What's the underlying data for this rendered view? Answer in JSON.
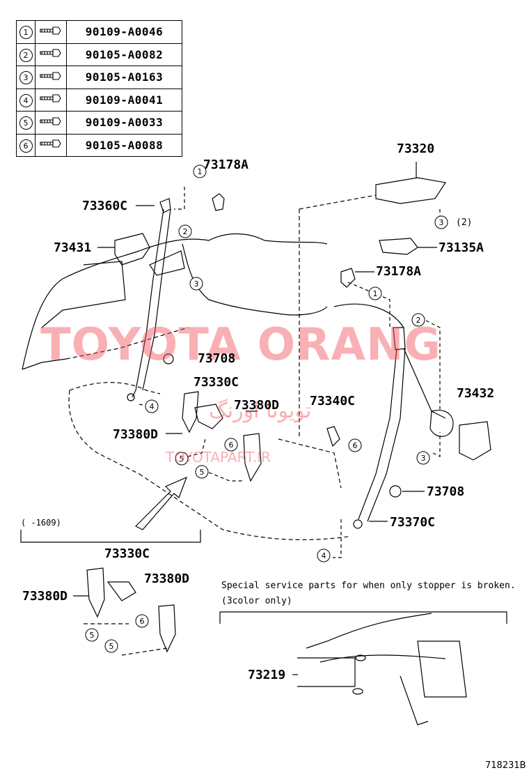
{
  "legend": [
    {
      "index": "1",
      "part": "90109-A0046"
    },
    {
      "index": "2",
      "part": "90105-A0082"
    },
    {
      "index": "3",
      "part": "90105-A0163"
    },
    {
      "index": "4",
      "part": "90109-A0041"
    },
    {
      "index": "5",
      "part": "90109-A0033"
    },
    {
      "index": "6",
      "part": "90105-A0088"
    }
  ],
  "labels": {
    "p73178A_left": "73178A",
    "p73360C": "73360C",
    "p73431": "73431",
    "p73708_left": "73708",
    "p73330C": "73330C",
    "p73380D_center": "73380D",
    "p73340C": "73340C",
    "p73380D_left": "73380D",
    "p73320": "73320",
    "p73135A": "73135A",
    "p73178A_right": "73178A",
    "p73432": "73432",
    "p73708_right": "73708",
    "p73370C": "73370C",
    "p73330C_inset": "73330C",
    "p73380D_inset_right": "73380D",
    "p73380D_inset_left": "73380D",
    "p73219": "73219"
  },
  "callouts": {
    "qty_2": "(2)",
    "date_range": "(   -1609)"
  },
  "notes": {
    "special": "Special service parts for when only stopper is broken.",
    "color": "(3color only)"
  },
  "watermark": {
    "main": "TOYOTA ORANG",
    "persian": "تویوتا اورنگ",
    "url": "TOYOTAPART.IR"
  },
  "figure_id": "718231B",
  "colors": {
    "watermark": "#f0505a",
    "line": "#000000"
  }
}
